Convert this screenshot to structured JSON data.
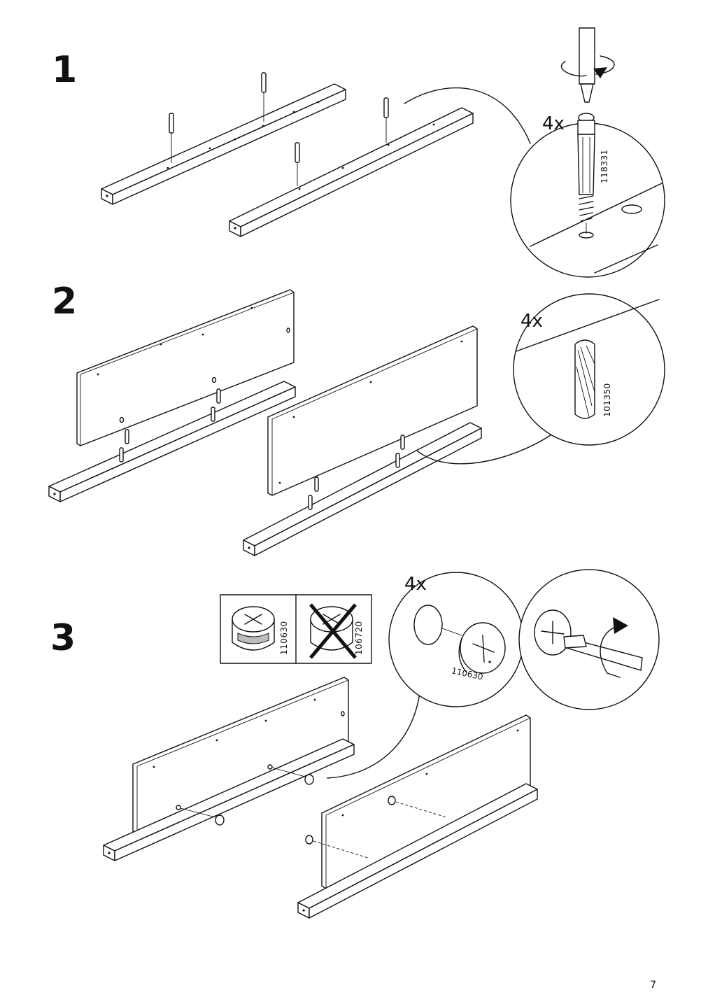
{
  "steps": [
    {
      "number": "1",
      "quantity": "4x",
      "part_number": "118331"
    },
    {
      "number": "2",
      "quantity": "4x",
      "part_number": "101350"
    },
    {
      "number": "3",
      "quantity": "4x",
      "part_number": "110630",
      "compare_parts": {
        "correct": "110630",
        "incorrect": "106720"
      }
    }
  ],
  "page_number": "7",
  "icons": [
    "screwdriver-rotate-icon",
    "cross-out-icon",
    "rotate-arrow-icon"
  ]
}
